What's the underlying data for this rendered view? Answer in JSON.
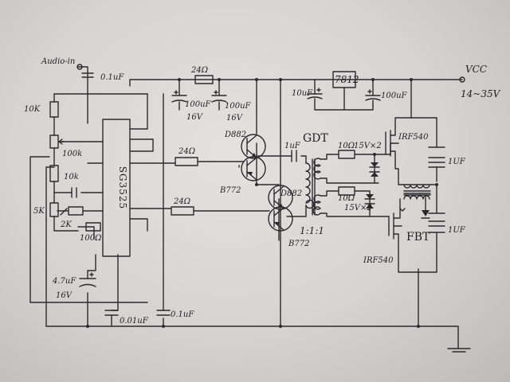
{
  "labels": {
    "audio_in": "Audio-in",
    "c_in": "0.1uF",
    "r10k": "10K",
    "r100k": "100k",
    "r10k_b": "10k",
    "r5k": "5K",
    "r2k": "2K",
    "r100": "100Ω",
    "c47": "4.7uF",
    "c47_v": "16V",
    "c_01a": "0.01uF",
    "c_01b": "0.1uF",
    "ic": "SG3525",
    "r24_top": "24Ω",
    "r24_mid": "24Ω",
    "r24_low": "24Ω",
    "c100a": "100uF",
    "c100a_v": "16V",
    "c100b": "100uF",
    "c100b_v": "16V",
    "d882_top": "D882",
    "b772_top": "B772",
    "d882_low": "D882",
    "b772_low": "B772",
    "gdt": "GDT",
    "c_gdt": "1uF",
    "ratio": "1:1:1",
    "reg": "7812",
    "c10": "10uF",
    "c100c": "100uF",
    "vcc": "VCC",
    "vcc_range": "14~35V",
    "irf_top": "IRF540",
    "irf_low": "IRF540",
    "r10_top": "10Ω",
    "z15_top": "15V×2",
    "r10_low": "10Ω",
    "z15_low": "15V×2",
    "c1_top": "1UF",
    "c1_low": "1UF",
    "fbt": "FBT"
  }
}
